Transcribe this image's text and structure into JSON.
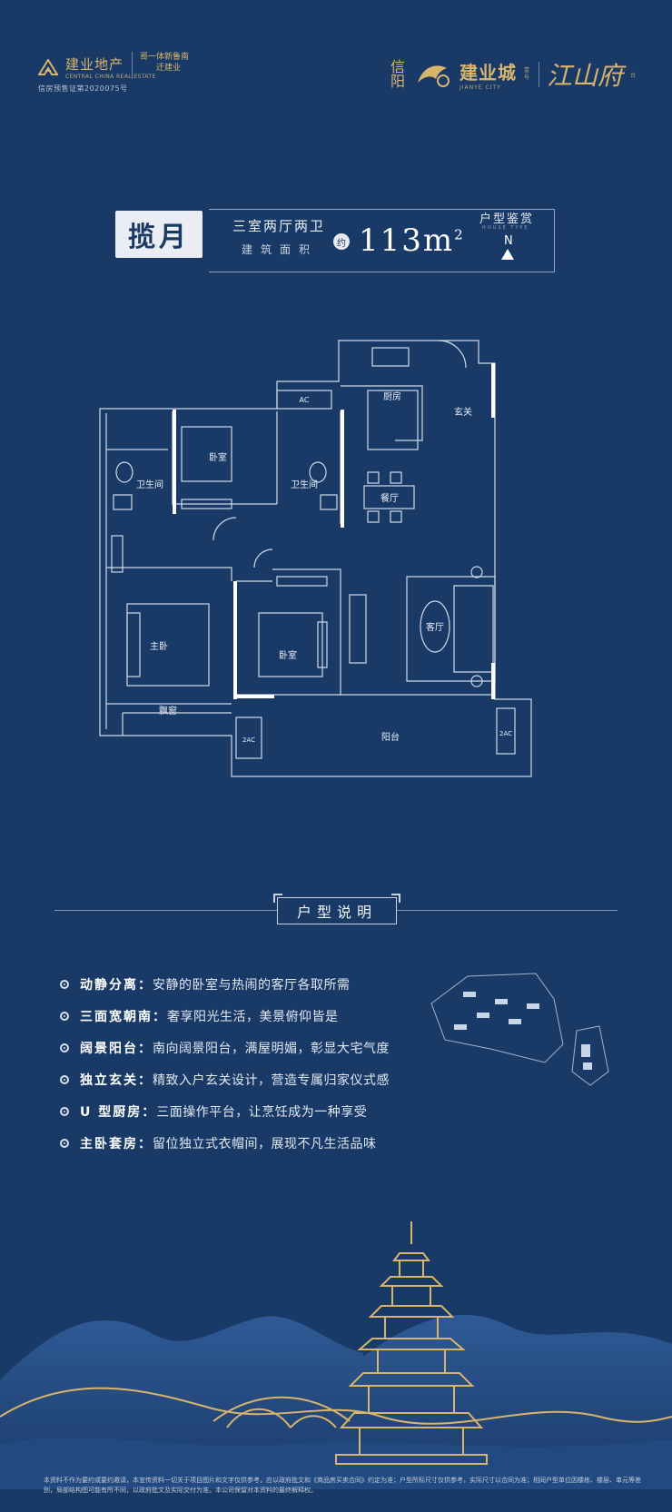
{
  "brand_left": {
    "name": "建业地产",
    "sub": "CENTRAL CHINA REAL ESTATE",
    "license": "信房预售证第2020075号",
    "slogan_line1": "哥一体新鲁南",
    "slogan_line2": "迁建业"
  },
  "brand_right": {
    "city": "信阳",
    "brand": "建业城",
    "brand_pinyin": "JIANYE CITY",
    "tag": "壹号",
    "project": "江山府",
    "suffix": "台"
  },
  "unit": {
    "name": "揽月",
    "room_type": "三室两厅两卫",
    "area_label": "建筑面积",
    "approx": "约",
    "area_value": "113",
    "area_unit": "m",
    "area_power": "2",
    "appreciation": "户型鉴赏",
    "appreciation_en": "HOUSE TYPE",
    "north": "N"
  },
  "plan_labels": {
    "kitchen": "厨房",
    "entrance": "玄关",
    "bedroom_top": "卧室",
    "bathroom_left": "卫生间",
    "bathroom_mid": "卫生间",
    "dining": "餐厅",
    "master": "主卧",
    "bedroom_mid": "卧室",
    "living": "客厅",
    "bay_window": "飘窗",
    "balcony": "阳台",
    "ac": "AC",
    "ac_left": "2AC",
    "ac_right": "2AC"
  },
  "section": {
    "title": "户型说明"
  },
  "features": [
    {
      "key": "动静分离：",
      "value": "安静的卧室与热闹的客厅各取所需"
    },
    {
      "key": "三面宽朝南：",
      "value": "奢享阳光生活，美景俯仰皆是"
    },
    {
      "key": "阔景阳台：",
      "value": "南向阔景阳台，满屋明媚，彰显大宅气度"
    },
    {
      "key": "独立玄关：",
      "value": "精致入户玄关设计，营造专属归家仪式感"
    },
    {
      "key": "U 型厨房：",
      "value": "三面操作平台，让烹饪成为一种享受"
    },
    {
      "key": "主卧套房：",
      "value": "留位独立式衣帽间，展现不凡生活品味"
    }
  ],
  "disclaimer": "本资料不作为要约或要约邀请，本宣传资料一切关于项目图片和文字仅供参考，应以政府批文和《商品房买卖合同》约定为准；户型所标尺寸仅供参考，实际尺寸以合同为准；相同户型单位因楼栋、楼层、单元等差别，局部结构图可能有所不同，以政府批文及实际交付为准。本公司保留对本资料的最终解释权。"
}
